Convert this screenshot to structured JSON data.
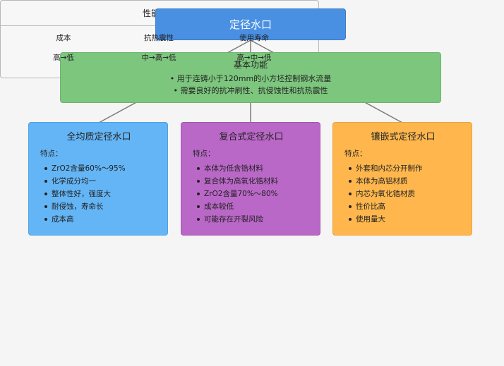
{
  "root": {
    "title": "定径水口"
  },
  "basic": {
    "title": "基本功能",
    "lines": [
      "• 用于连铸小于120mm的小方坯控制钢水流量",
      "• 需要良好的抗冲刷性、抗侵蚀性和抗热震性"
    ]
  },
  "types": [
    {
      "title": "全均质定径水口",
      "label": "特点：",
      "items": [
        "ZrO2含量60%～95%",
        "化学成分均一",
        "整体性好，强度大",
        "耐侵蚀，寿命长",
        "成本高"
      ]
    },
    {
      "title": "复合式定径水口",
      "label": "特点：",
      "items": [
        "本体为低含锆材料",
        "复合体为高氧化锆材料",
        "ZrO2含量70%～80%",
        "成本较低",
        "可能存在开裂风险"
      ]
    },
    {
      "title": "镶嵌式定径水口",
      "label": "特点：",
      "items": [
        "外套和内芯分开制作",
        "本体为高铝材质",
        "内芯为氧化锆材质",
        "性价比高",
        "使用量大"
      ]
    }
  ],
  "compare": {
    "title": "性能比较",
    "headers": [
      "成本",
      "抗热震性",
      "使用寿命"
    ],
    "values": [
      "高→低",
      "中→高→低",
      "高→中→低"
    ]
  }
}
